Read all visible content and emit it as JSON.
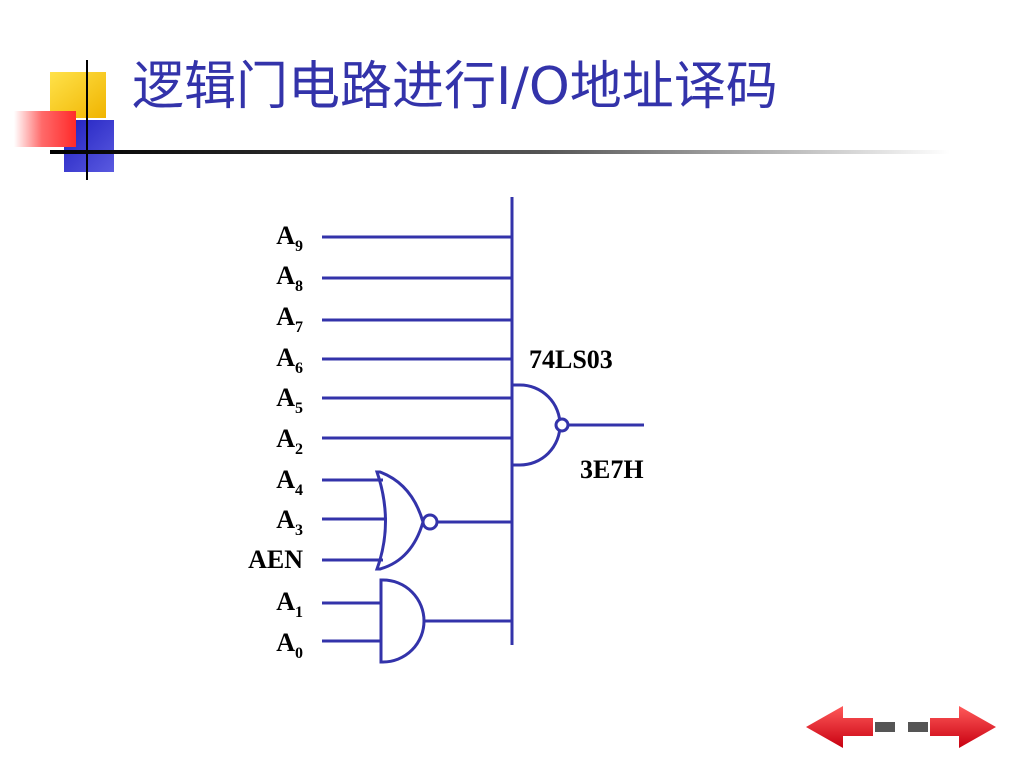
{
  "slide": {
    "title": "逻辑门电路进行I/O地址译码"
  },
  "diagram": {
    "inputs": [
      {
        "letter": "A",
        "sub": "9"
      },
      {
        "letter": "A",
        "sub": "8"
      },
      {
        "letter": "A",
        "sub": "7"
      },
      {
        "letter": "A",
        "sub": "6"
      },
      {
        "letter": "A",
        "sub": "5"
      },
      {
        "letter": "A",
        "sub": "2"
      },
      {
        "letter": "A",
        "sub": "4"
      },
      {
        "letter": "A",
        "sub": "3"
      },
      {
        "letter": "AEN",
        "sub": ""
      },
      {
        "letter": "A",
        "sub": "1"
      },
      {
        "letter": "A",
        "sub": "0"
      }
    ],
    "chip_label": "74LS03",
    "output_label": "3E7H"
  },
  "colors": {
    "wire": "#3333aa",
    "title": "#3333aa",
    "nav_arrow": "#e8001c"
  },
  "icons": {
    "logo": "stacked-squares-logo-icon",
    "nav_prev": "arrow-left-icon",
    "nav_next": "arrow-right-icon"
  }
}
